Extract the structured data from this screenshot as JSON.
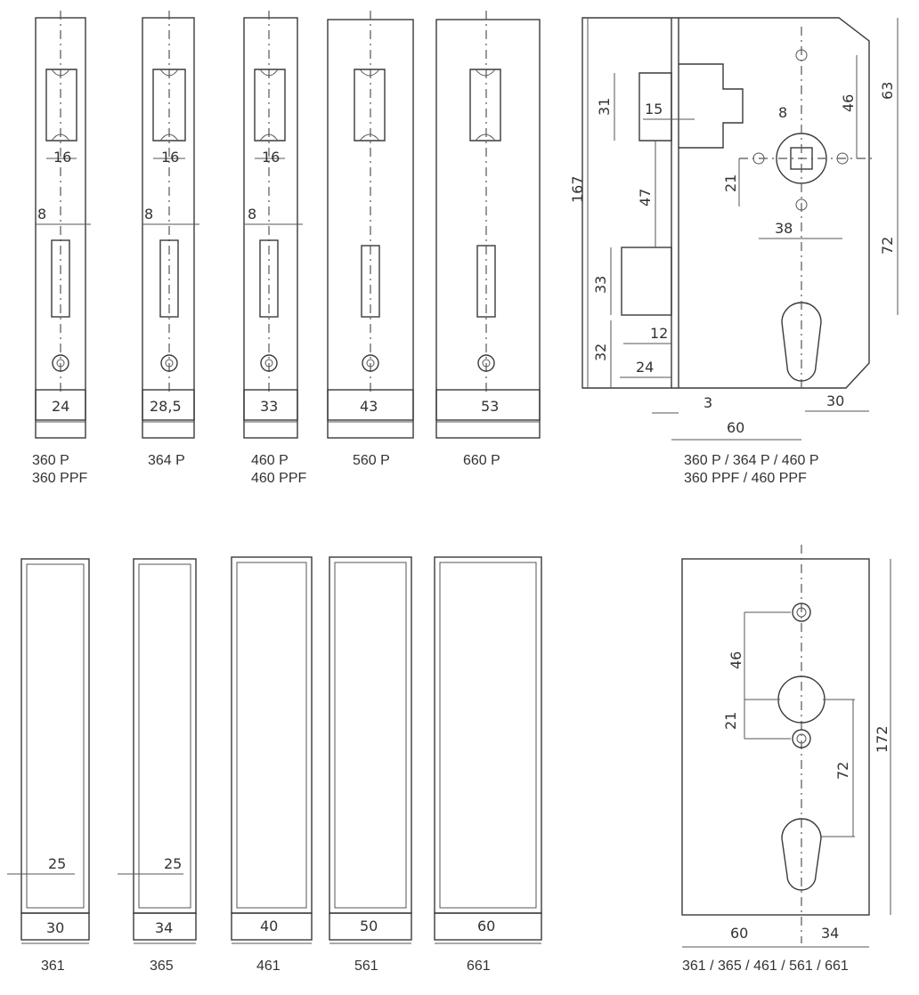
{
  "faceplates": [
    {
      "id": "fp-1",
      "width_label": "24",
      "slot_label": "16",
      "offset_label": "8",
      "models": [
        "360 P",
        "360 PPF"
      ]
    },
    {
      "id": "fp-2",
      "width_label": "28,5",
      "slot_label": "16",
      "offset_label": "8",
      "models": [
        "364 P"
      ]
    },
    {
      "id": "fp-3",
      "width_label": "33",
      "slot_label": "16",
      "offset_label": "8",
      "models": [
        "460 P",
        "460 PPF"
      ]
    },
    {
      "id": "fp-4",
      "width_label": "43",
      "models": [
        "560 P"
      ]
    },
    {
      "id": "fp-5",
      "width_label": "53",
      "models": [
        "660 P"
      ]
    }
  ],
  "lock_body": {
    "dims": {
      "height": "167",
      "latch_height": "31",
      "latch_depth": "15",
      "spindle_square": "8",
      "spindle_to_top_hole": "46",
      "top_to_spindle": "63",
      "spindle_vertical_holes": "21",
      "horizontal_hole_spacing": "38",
      "latch_to_bolt": "47",
      "spindle_to_cylinder": "72",
      "bolt_height": "33",
      "bottom_height": "32",
      "bolt_throw": "12",
      "backset_edge": "24",
      "faceplate_thickness": "3",
      "backset": "60",
      "bottom_corner": "30"
    },
    "models": [
      "360 P / 364 P / 460 P",
      "360 PPF / 460 PPF"
    ]
  },
  "keepers": [
    {
      "id": "k-1",
      "width_label": "30",
      "inner_label": "25",
      "model": "361"
    },
    {
      "id": "k-2",
      "width_label": "34",
      "inner_label": "25",
      "model": "365"
    },
    {
      "id": "k-3",
      "width_label": "40",
      "model": "461"
    },
    {
      "id": "k-4",
      "width_label": "50",
      "model": "561"
    },
    {
      "id": "k-5",
      "width_label": "60",
      "model": "661"
    }
  ],
  "cover_plate": {
    "dims": {
      "hole_spacing": "46",
      "spindle_hole": "21",
      "spindle_to_cylinder": "72",
      "height": "172",
      "left_width": "60",
      "right_width": "34"
    },
    "model": "361 / 365 / 461 / 561 / 661"
  }
}
